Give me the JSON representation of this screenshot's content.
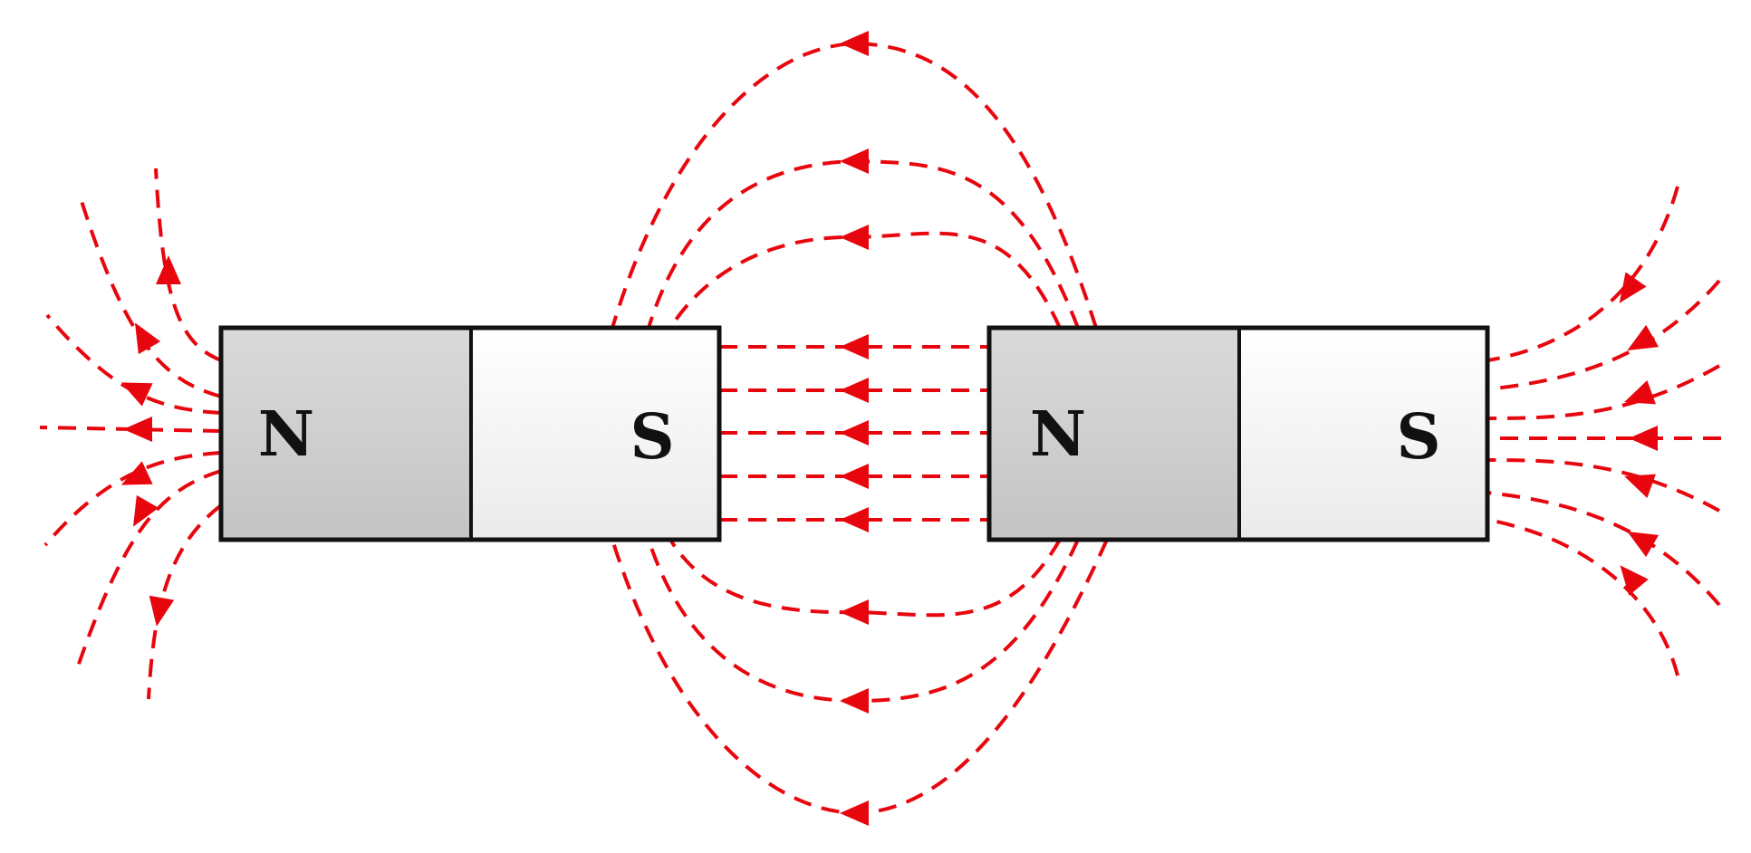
{
  "magnets": [
    {
      "name": "left-magnet",
      "north_label": "N",
      "south_label": "S"
    },
    {
      "name": "right-magnet",
      "north_label": "N",
      "south_label": "S"
    }
  ],
  "colors": {
    "field_line": "#e8060e",
    "north_pole_dark": "#c4c4c4",
    "north_pole_light": "#dadada",
    "south_pole_dark": "#eaeaea",
    "south_pole_light": "#ffffff",
    "outline": "#111111"
  }
}
